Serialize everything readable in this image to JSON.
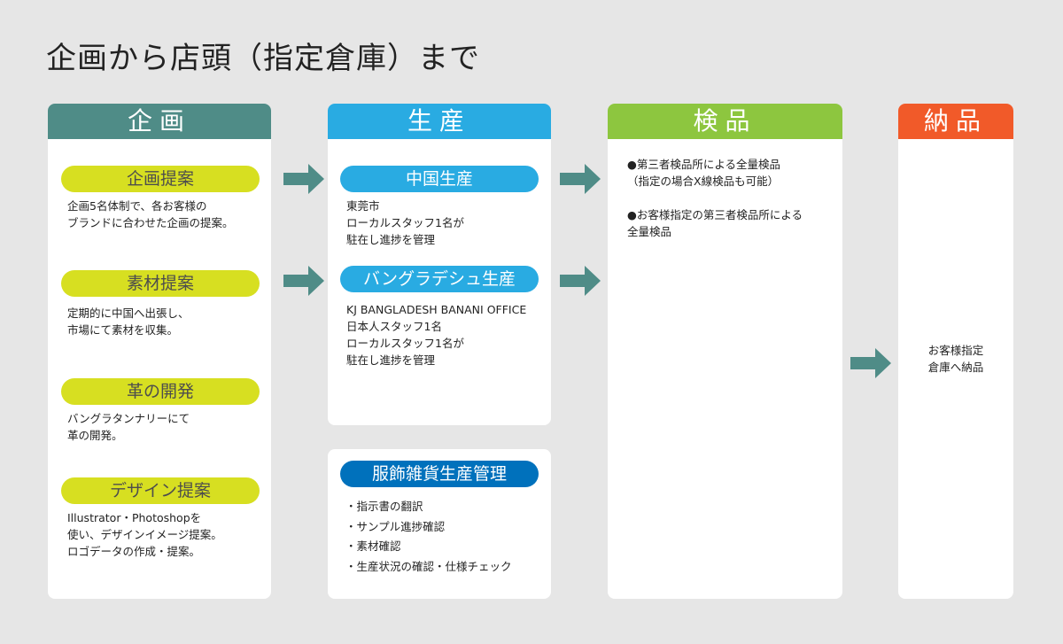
{
  "title": "企画から店頭（指定倉庫）まで",
  "colors": {
    "planning": "#4f8c87",
    "production": "#29abe2",
    "inspection": "#8dc63f",
    "delivery": "#f15a29",
    "pill_yellow": "#d7df21",
    "pill_dark_blue": "#0071bc",
    "arrow": "#4f8c87"
  },
  "planning": {
    "header": "企画",
    "items": [
      {
        "label": "企画提案",
        "text": "企画5名体制で、各お客様の\nブランドに合わせた企画の提案。"
      },
      {
        "label": "素材提案",
        "text": "定期的に中国へ出張し、\n市場にて素材を収集。"
      },
      {
        "label": "革の開発",
        "text": "バングラタンナリーにて\n革の開発。"
      },
      {
        "label": "デザイン提案",
        "text": "Illustrator・Photoshopを\n使い、デザインイメージ提案。\nロゴデータの作成・提案。"
      }
    ]
  },
  "production": {
    "header": "生産",
    "items": [
      {
        "label": "中国生産",
        "text": "東莞市\nローカルスタッフ1名が\n駐在し進捗を管理"
      },
      {
        "label": "バングラデシュ生産",
        "text": "KJ BANGLADESH BANANI OFFICE\n日本人スタッフ1名\nローカルスタッフ1名が\n駐在し進捗を管理"
      }
    ]
  },
  "management": {
    "label": "服飾雑貨生産管理",
    "text": "・指示書の翻訳\n・サンプル進捗確認\n・素材確認\n・生産状況の確認・仕様チェック"
  },
  "inspection": {
    "header": "検品",
    "text1": "●第三者検品所による全量検品\n（指定の場合X線検品も可能）",
    "text2": "●お客様指定の第三者検品所による\n全量検品"
  },
  "delivery": {
    "header": "納品",
    "text": "お客様指定\n倉庫へ納品"
  }
}
